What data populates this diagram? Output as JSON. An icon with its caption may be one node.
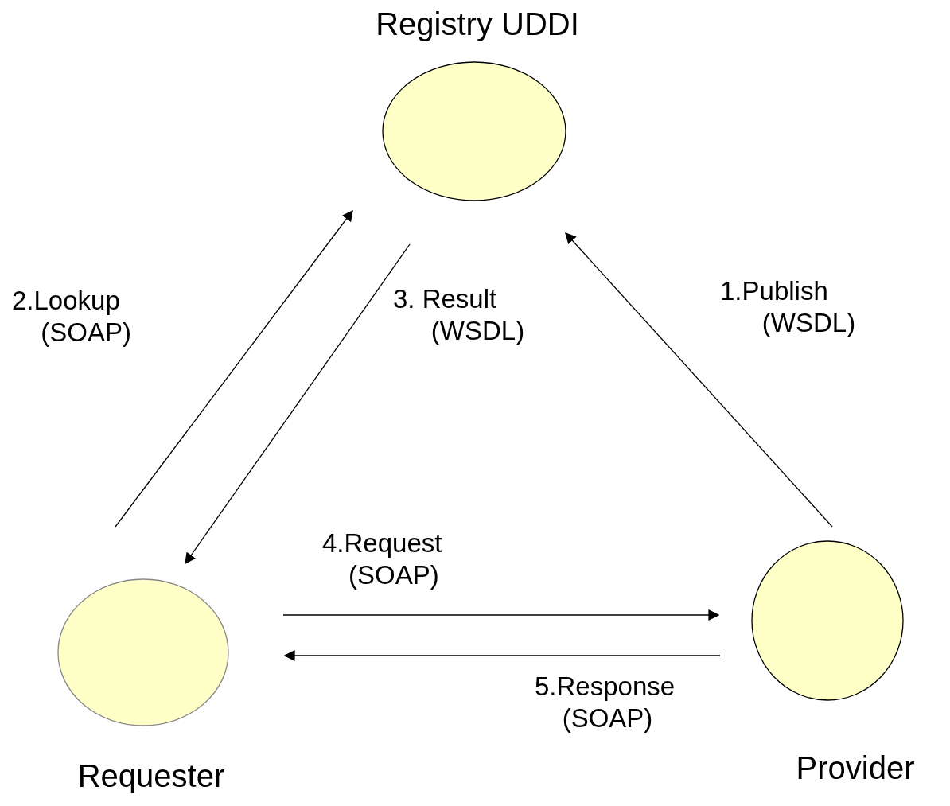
{
  "diagram": {
    "nodes": [
      {
        "text": [
          "Registry UDDI"
        ]
      },
      {
        "text": [
          "Requester"
        ]
      },
      {
        "text": [
          "Provider"
        ]
      }
    ],
    "edges": [
      {
        "from": 2,
        "to": 0,
        "arrow": "to",
        "label": "1.Publish (WSDL)"
      },
      {
        "from": 1,
        "to": 0,
        "arrow": "to",
        "label": "2.Lookup (SOAP)"
      },
      {
        "from": 0,
        "to": 1,
        "arrow": "to",
        "label": "3. Result (WSDL)"
      },
      {
        "from": 1,
        "to": 2,
        "arrow": "to",
        "label": "4.Request (SOAP)"
      },
      {
        "from": 2,
        "to": 1,
        "arrow": "to",
        "label": "5.Response (SOAP)"
      }
    ]
  }
}
